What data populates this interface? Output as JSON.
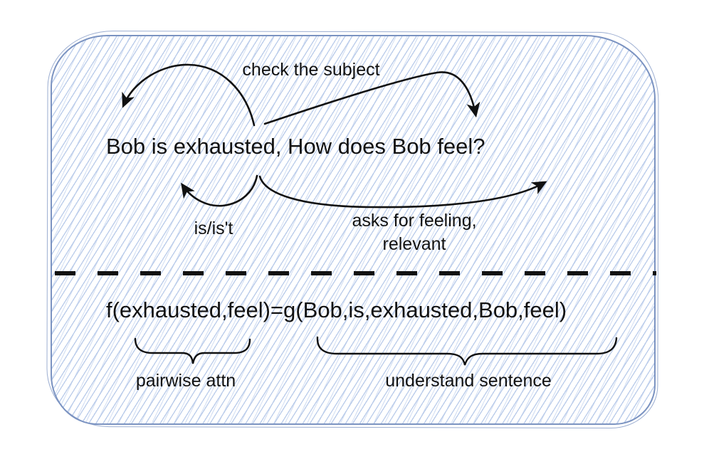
{
  "diagram": {
    "sentence": "Bob is exhausted, How does Bob feel?",
    "formula": "f(exhausted,feel)=g(Bob,is,exhausted,Bob,feel)",
    "labels": {
      "check_subject": "check the subject",
      "is_ist": "is/is't",
      "asks_line1": "asks for feeling,",
      "asks_line2": "relevant",
      "pairwise": "pairwise attn",
      "understand": "understand sentence"
    }
  },
  "colors": {
    "border": "#7b93c1",
    "hatch": "#b9cbea",
    "hatch2": "#d7e2f4",
    "ink": "#111111",
    "bg": "#ffffff"
  }
}
